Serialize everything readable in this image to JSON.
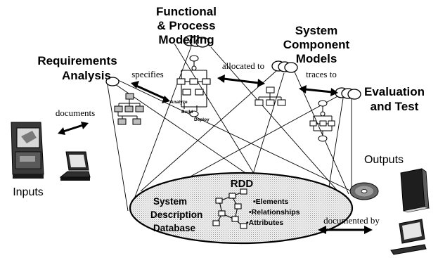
{
  "diagram": {
    "stages": {
      "requirements_analysis": {
        "line1": "Requirements",
        "line2": "Analysis"
      },
      "functional_modelling": {
        "line1": "Functional",
        "line2": "& Process",
        "line3": "Modelling"
      },
      "system_component_models": {
        "line1": "System",
        "line2": "Component",
        "line3": "Models"
      },
      "evaluation_and_test": {
        "line1": "Evaluation",
        "line2": "and Test"
      }
    },
    "process_labels": {
      "analyze": "Analyze",
      "build": "Build",
      "deploy": "Deploy"
    },
    "edges": {
      "specifies": "specifies",
      "allocated_to": "allocated to",
      "traces_to": "traces to",
      "documents": "documents",
      "documented_by": "documented by"
    },
    "inputs_label": "Inputs",
    "outputs_label": "Outputs",
    "database": {
      "acronym": "RDD",
      "name_line1": "System",
      "name_line2": "Description",
      "name_line3": "Database",
      "contents": [
        "•Elements",
        "•Relationships",
        "•Attributes"
      ]
    }
  }
}
